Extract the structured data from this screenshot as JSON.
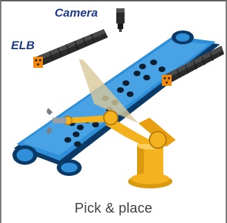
{
  "labels": {
    "camera": "Camera",
    "elb": "ELB"
  },
  "caption": "Pick & place",
  "icons": [
    "camera-icon",
    "elb-sensor-icon",
    "conveyor-belt-icon",
    "robot-arm-icon",
    "gripper-icon",
    "elb-sensor-right-icon"
  ],
  "colors": {
    "belt": "#2f8fd8",
    "belt_dark": "#0b3a66",
    "robot": "#f4b21e",
    "robot_dark": "#b97a08",
    "beam": "#d8c89a",
    "sensor_body": "#2a2a2a",
    "sensor_cap": "#f08a14",
    "label": "#1f3a8a",
    "caption": "#3f3f3f"
  }
}
